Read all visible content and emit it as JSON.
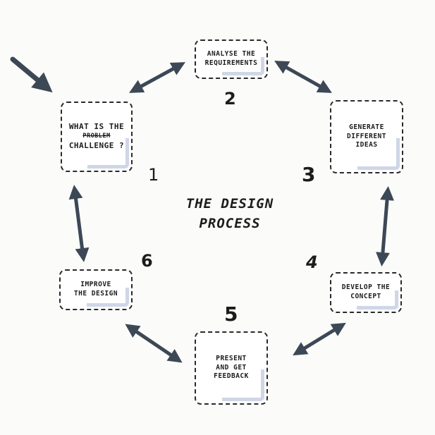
{
  "title_line1": "THE DESIGN",
  "title_line2": "PROCESS",
  "steps": [
    {
      "number": "1",
      "line1": "WHAT IS THE",
      "line2_struck": "PROBLEM",
      "line3": "CHALLENGE ?"
    },
    {
      "number": "2",
      "line1": "ANALYSE THE",
      "line2": "REQUIREMENTS"
    },
    {
      "number": "3",
      "line1": "GENERATE",
      "line2": "DIFFERENT",
      "line3": "IDEAS"
    },
    {
      "number": "4",
      "line1": "DEVELOP THE",
      "line2": "CONCEPT"
    },
    {
      "number": "5",
      "line1": "PRESENT",
      "line2": "AND GET",
      "line3": "FEEDBACK"
    },
    {
      "number": "6",
      "line1": "IMPROVE",
      "line2": "THE DESIGN"
    }
  ],
  "colors": {
    "ink": "#1c1c1c",
    "arrow": "#3d4856",
    "shadow": "#cfd6e6"
  }
}
